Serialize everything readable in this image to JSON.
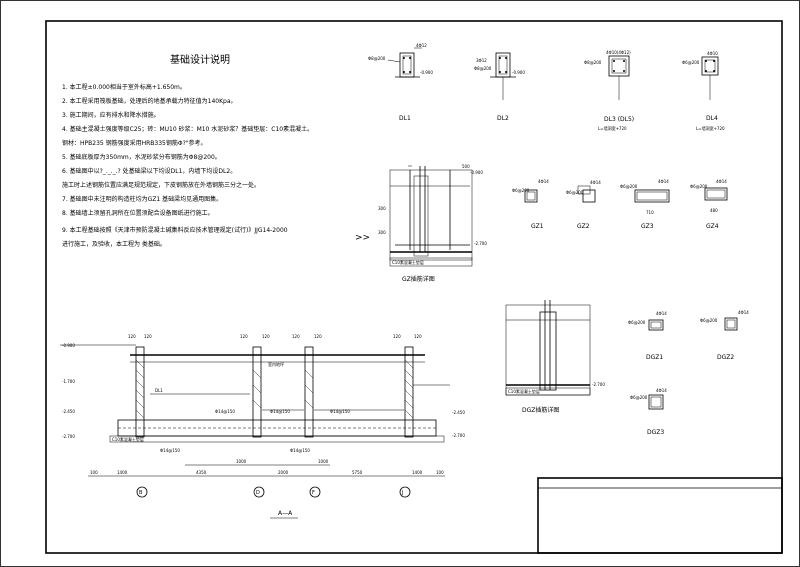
{
  "notes": {
    "title": "基础设计说明",
    "lines": [
      "1. 本工程±0.000相当于室外标高+1.650m。",
      "2. 本工程采用筏板基础，处理后的地基承载力特征值为140Kpa。",
      "3. 施工期间，应有排水和降水措施。",
      "4. 基础主混凝土强度等级C25；砖：MU10     砂浆：M10     水泥砂浆？基础垫层：C10素混凝土。",
      "   钢材：HPB235  钢筋强度采用HRB335钢筋Φ?\"参考。",
      "5. 基础底板厚为350mm，水泥砂浆分布钢筋为Φ8@200。",
      "6. 基础图中以?_._._.?     处基础梁以下均设DL1，内墙下均设DL2。",
      "   施工时上述钢筋位置应满足规范规定，下皮钢筋放在外墙钢筋三分之一处。",
      "7. 基础图中未注明的构造柱均为GZ1   基础梁均见通用图集。",
      "8. 基础墙上须留孔洞所在位置须配合设备图纸进行施工。",
      "9. 本工程基础按照《天津市预防混凝土碱集料反应技术管理规定(试行)》JJG14-2000",
      "   进行施工，及验收，本工程为    类基础。"
    ]
  },
  "beams": [
    {
      "label": "DL1",
      "tag_top": "4Φ12",
      "tag_side": "Φ8@200",
      "elev": "-0.900"
    },
    {
      "label": "DL2",
      "tag_top": "3Φ12",
      "tag_side": "Φ8@200",
      "elev": "-0.900"
    },
    {
      "label": "DL3 (DL5)",
      "tag_top": "4Φ10(4Φ12)",
      "tag_side": "Φ8@200",
      "note": "L=墙洞宽+720"
    },
    {
      "label": "DL4",
      "tag_top": "4Φ10",
      "tag_side": "Φ6@200",
      "note": "L=墙洞宽+720"
    }
  ],
  "columns_gz": [
    {
      "label": "GZ1",
      "tag_top": "4Φ14",
      "tag_side": "Φ6@200"
    },
    {
      "label": "GZ2",
      "tag_top": "4Φ14",
      "tag_side": "Φ6@200"
    },
    {
      "label": "GZ3",
      "tag_top": "4Φ14",
      "tag_side": "Φ6@200",
      "dim": "710"
    },
    {
      "label": "GZ4",
      "tag_top": "4Φ14",
      "tag_side": "Φ6@200",
      "dim": "480"
    }
  ],
  "columns_dgz": [
    {
      "label": "DGZ1",
      "tag_top": "4Φ14",
      "tag_side": "Φ6@200"
    },
    {
      "label": "DGZ2",
      "tag_top": "4Φ14",
      "tag_side": "Φ6@200"
    },
    {
      "label": "DGZ3",
      "tag_top": "4Φ14",
      "tag_side": "Φ6@200"
    }
  ],
  "gz_detail": {
    "title": "GZ插筋详图",
    "elev_top": "-0.900",
    "elev_bottom": "-2.700",
    "dims": [
      "500",
      "300",
      "300"
    ],
    "base": "C10素混凝土垫层"
  },
  "dgz_detail": {
    "title": "DGZ插筋详图",
    "elev_bottom": "-2.700",
    "base": "C10素混凝土垫层"
  },
  "arrow_mark": ">>",
  "section": {
    "title": "A—A",
    "left_elevs": [
      "-0.900",
      "-1.700",
      "-2.450",
      "-2.700"
    ],
    "right_elevs": [
      "-2.450",
      "-2.700"
    ],
    "top_dims": [
      "120",
      "120",
      "120",
      "120",
      "120",
      "120",
      "120",
      "120"
    ],
    "axes": [
      "B",
      "D",
      "F",
      "J"
    ],
    "spans": [
      "100",
      "1400",
      "4350",
      "2000",
      "5750",
      "1400",
      "100"
    ],
    "inner_dims": [
      "1000",
      "1000"
    ],
    "rebar": [
      "Φ14@150",
      "Φ14@150",
      "Φ14@150",
      "Φ14@150",
      "Φ14@150"
    ],
    "label_dl": "DL1",
    "base": "C10素混凝土垫层",
    "cover_note": "室内地坪"
  }
}
